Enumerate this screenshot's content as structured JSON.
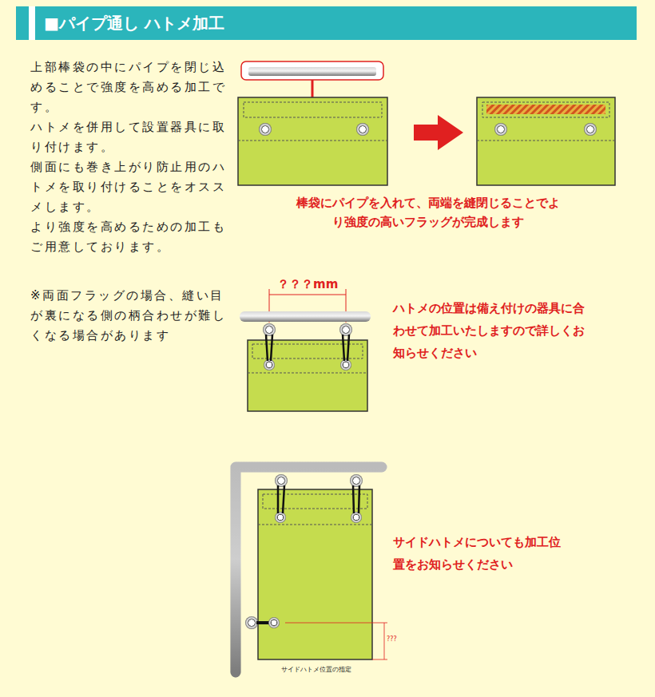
{
  "diagram": {
    "title": "■パイプ通し ハトメ加工",
    "labels": [
      "上部棒袋の中にパイプを閉じ込めることで強度を高める加工です。",
      "ハトメを併用して設置器具に取り付けます。",
      "側面にも巻き上がり防止用のハトメを取り付けることをオススメします。",
      "より強度を高めるための加工もご用意しております。",
      "※両面フラッグの場合、縫い目が裏になる側の柄合わせが難しくなる場合があります",
      "棒袋にパイプを入れて、両端を縫閉じることでより強度の高いフラッグが完成します",
      "？？？mm",
      "ハトメの位置は備え付けの器具に合わせて加工いたしますので詳しくお知らせください",
      "サイドハトメについても加工位置をお知らせください",
      "???",
      "サイドハトメ位置の指定"
    ]
  }
}
